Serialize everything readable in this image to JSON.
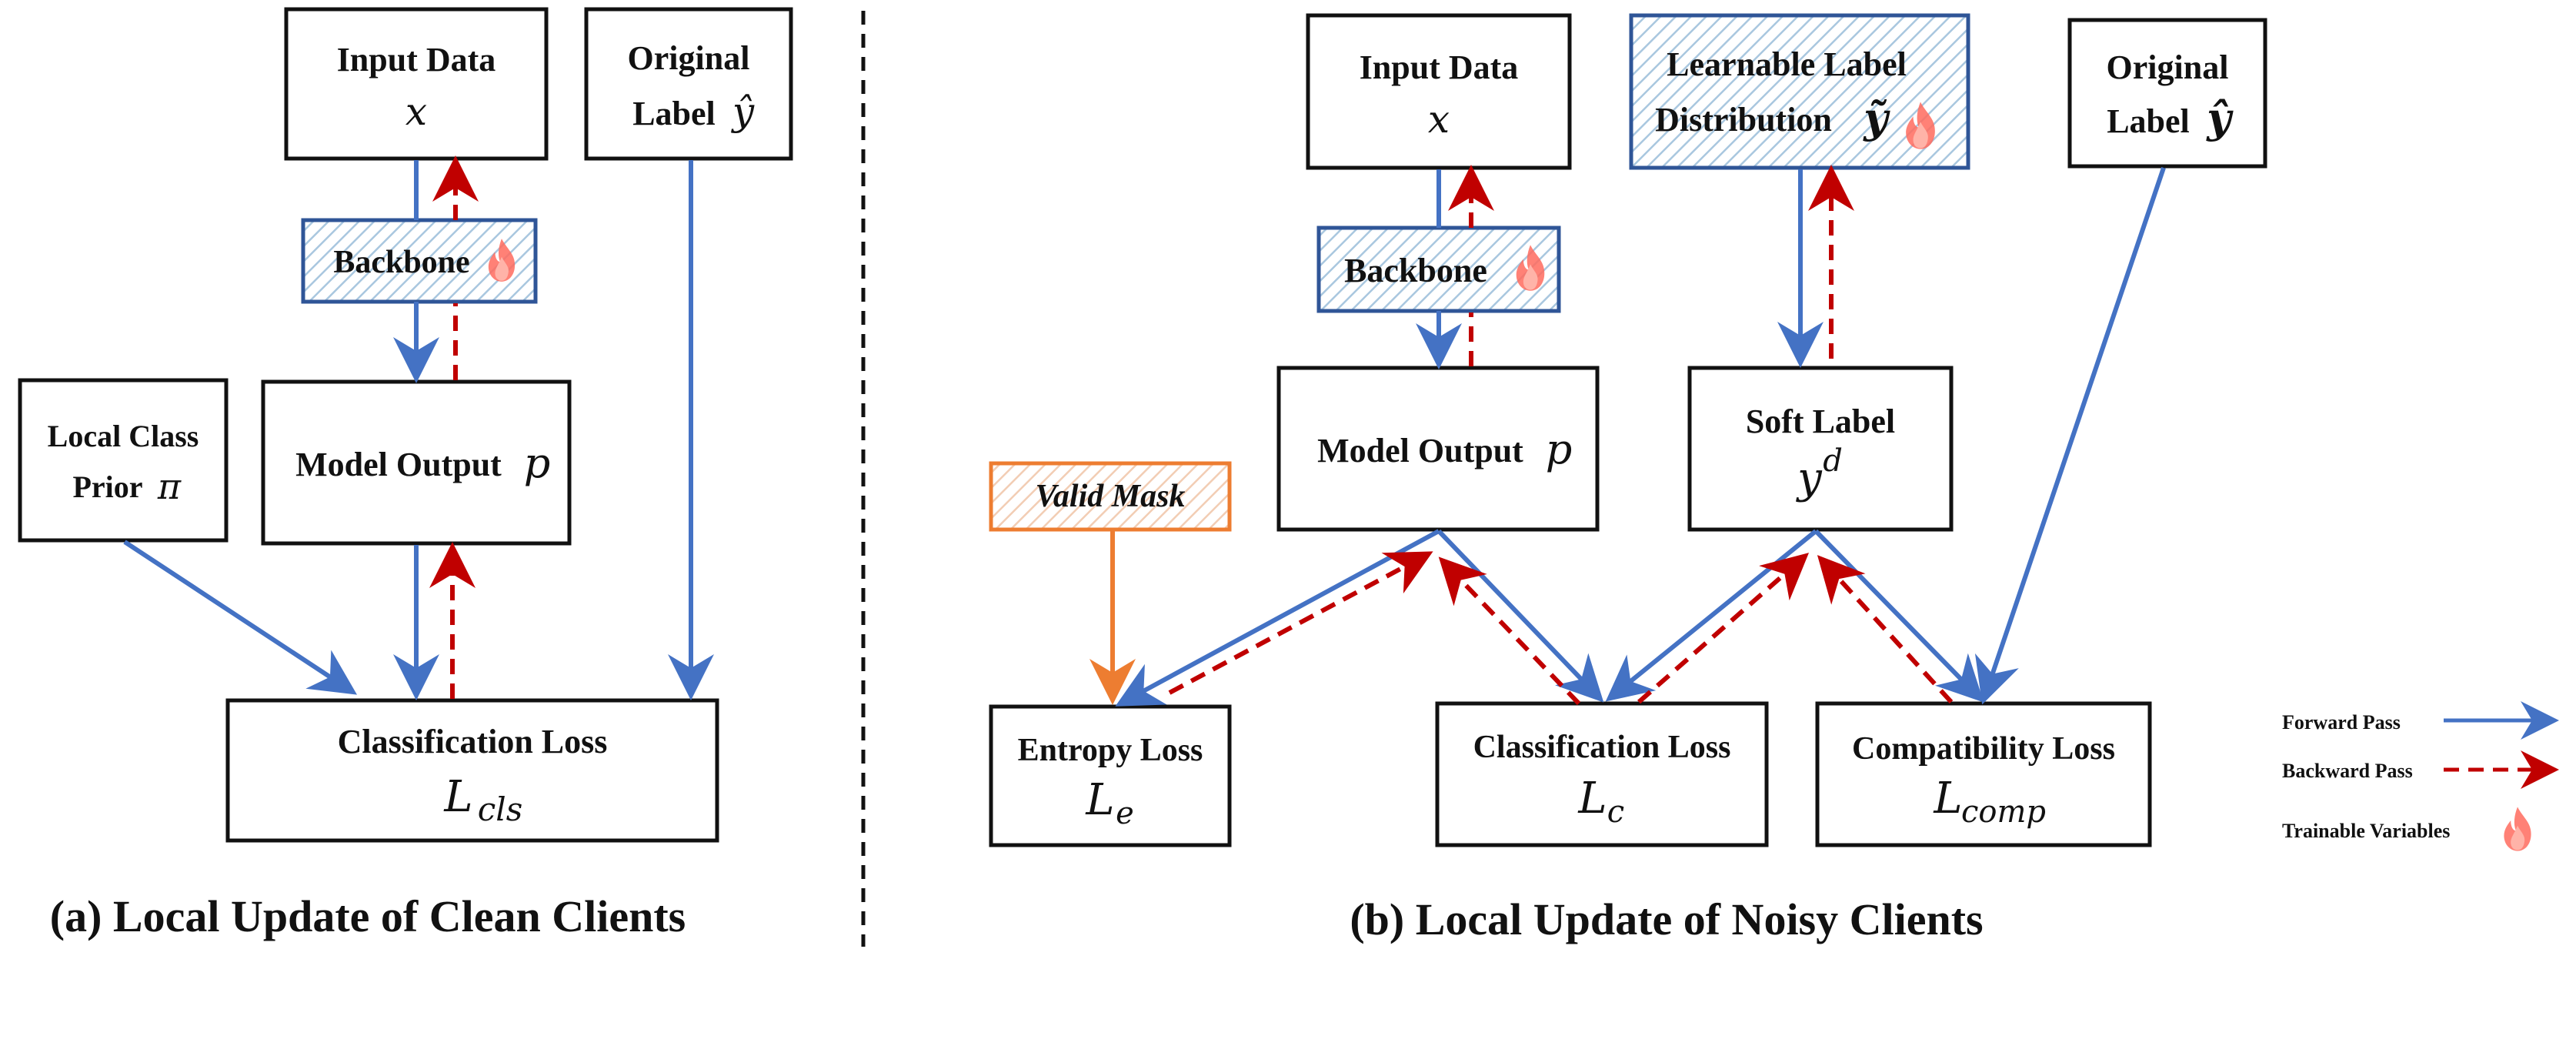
{
  "panel_a": {
    "input_box": {
      "title": "Input Data",
      "symbol": "x"
    },
    "original_label_box": {
      "line1": "Original",
      "line2": "Label",
      "symbol": "ŷ"
    },
    "backbone_box": {
      "label": "Backbone"
    },
    "prior_box": {
      "line1": "Local Class",
      "line2": "Prior",
      "symbol": "π"
    },
    "model_output_box": {
      "label": "Model Output",
      "symbol": "p"
    },
    "loss_box": {
      "title": "Classification Loss",
      "symbol": "L",
      "subscript": "cls"
    },
    "caption": "(a) Local Update of Clean Clients"
  },
  "panel_b": {
    "input_box": {
      "title": "Input Data",
      "symbol": "x"
    },
    "learnable_box": {
      "line1": "Learnable Label",
      "line2": "Distribution",
      "symbol": "ỹ"
    },
    "original_label_box": {
      "line1": "Original",
      "line2": "Label",
      "symbol": "ŷ"
    },
    "backbone_box": {
      "label": "Backbone"
    },
    "model_output_box": {
      "label": "Model Output",
      "symbol": "p"
    },
    "soft_label_box": {
      "title": "Soft Label",
      "symbol": "y",
      "superscript": "d"
    },
    "valid_mask_box": {
      "label": "Valid Mask"
    },
    "entropy_box": {
      "title": "Entropy Loss",
      "symbol": "L",
      "subscript": "e"
    },
    "classification_box": {
      "title": "Classification Loss",
      "symbol": "L",
      "subscript": "c"
    },
    "compatibility_box": {
      "title": "Compatibility Loss",
      "symbol": "L",
      "subscript": "comp"
    },
    "caption": "(b) Local Update of Noisy Clients"
  },
  "legend": {
    "forward": "Forward Pass",
    "backward": "Backward Pass",
    "trainable": "Trainable Variables"
  },
  "colors": {
    "forward_arrow": "#4472C4",
    "backward_arrow": "#C00000",
    "mask_arrow": "#ED7D31",
    "hatched_blue_border": "#2F5597",
    "hatched_orange_border": "#ED7D31",
    "flame": "#FF5A4E"
  }
}
